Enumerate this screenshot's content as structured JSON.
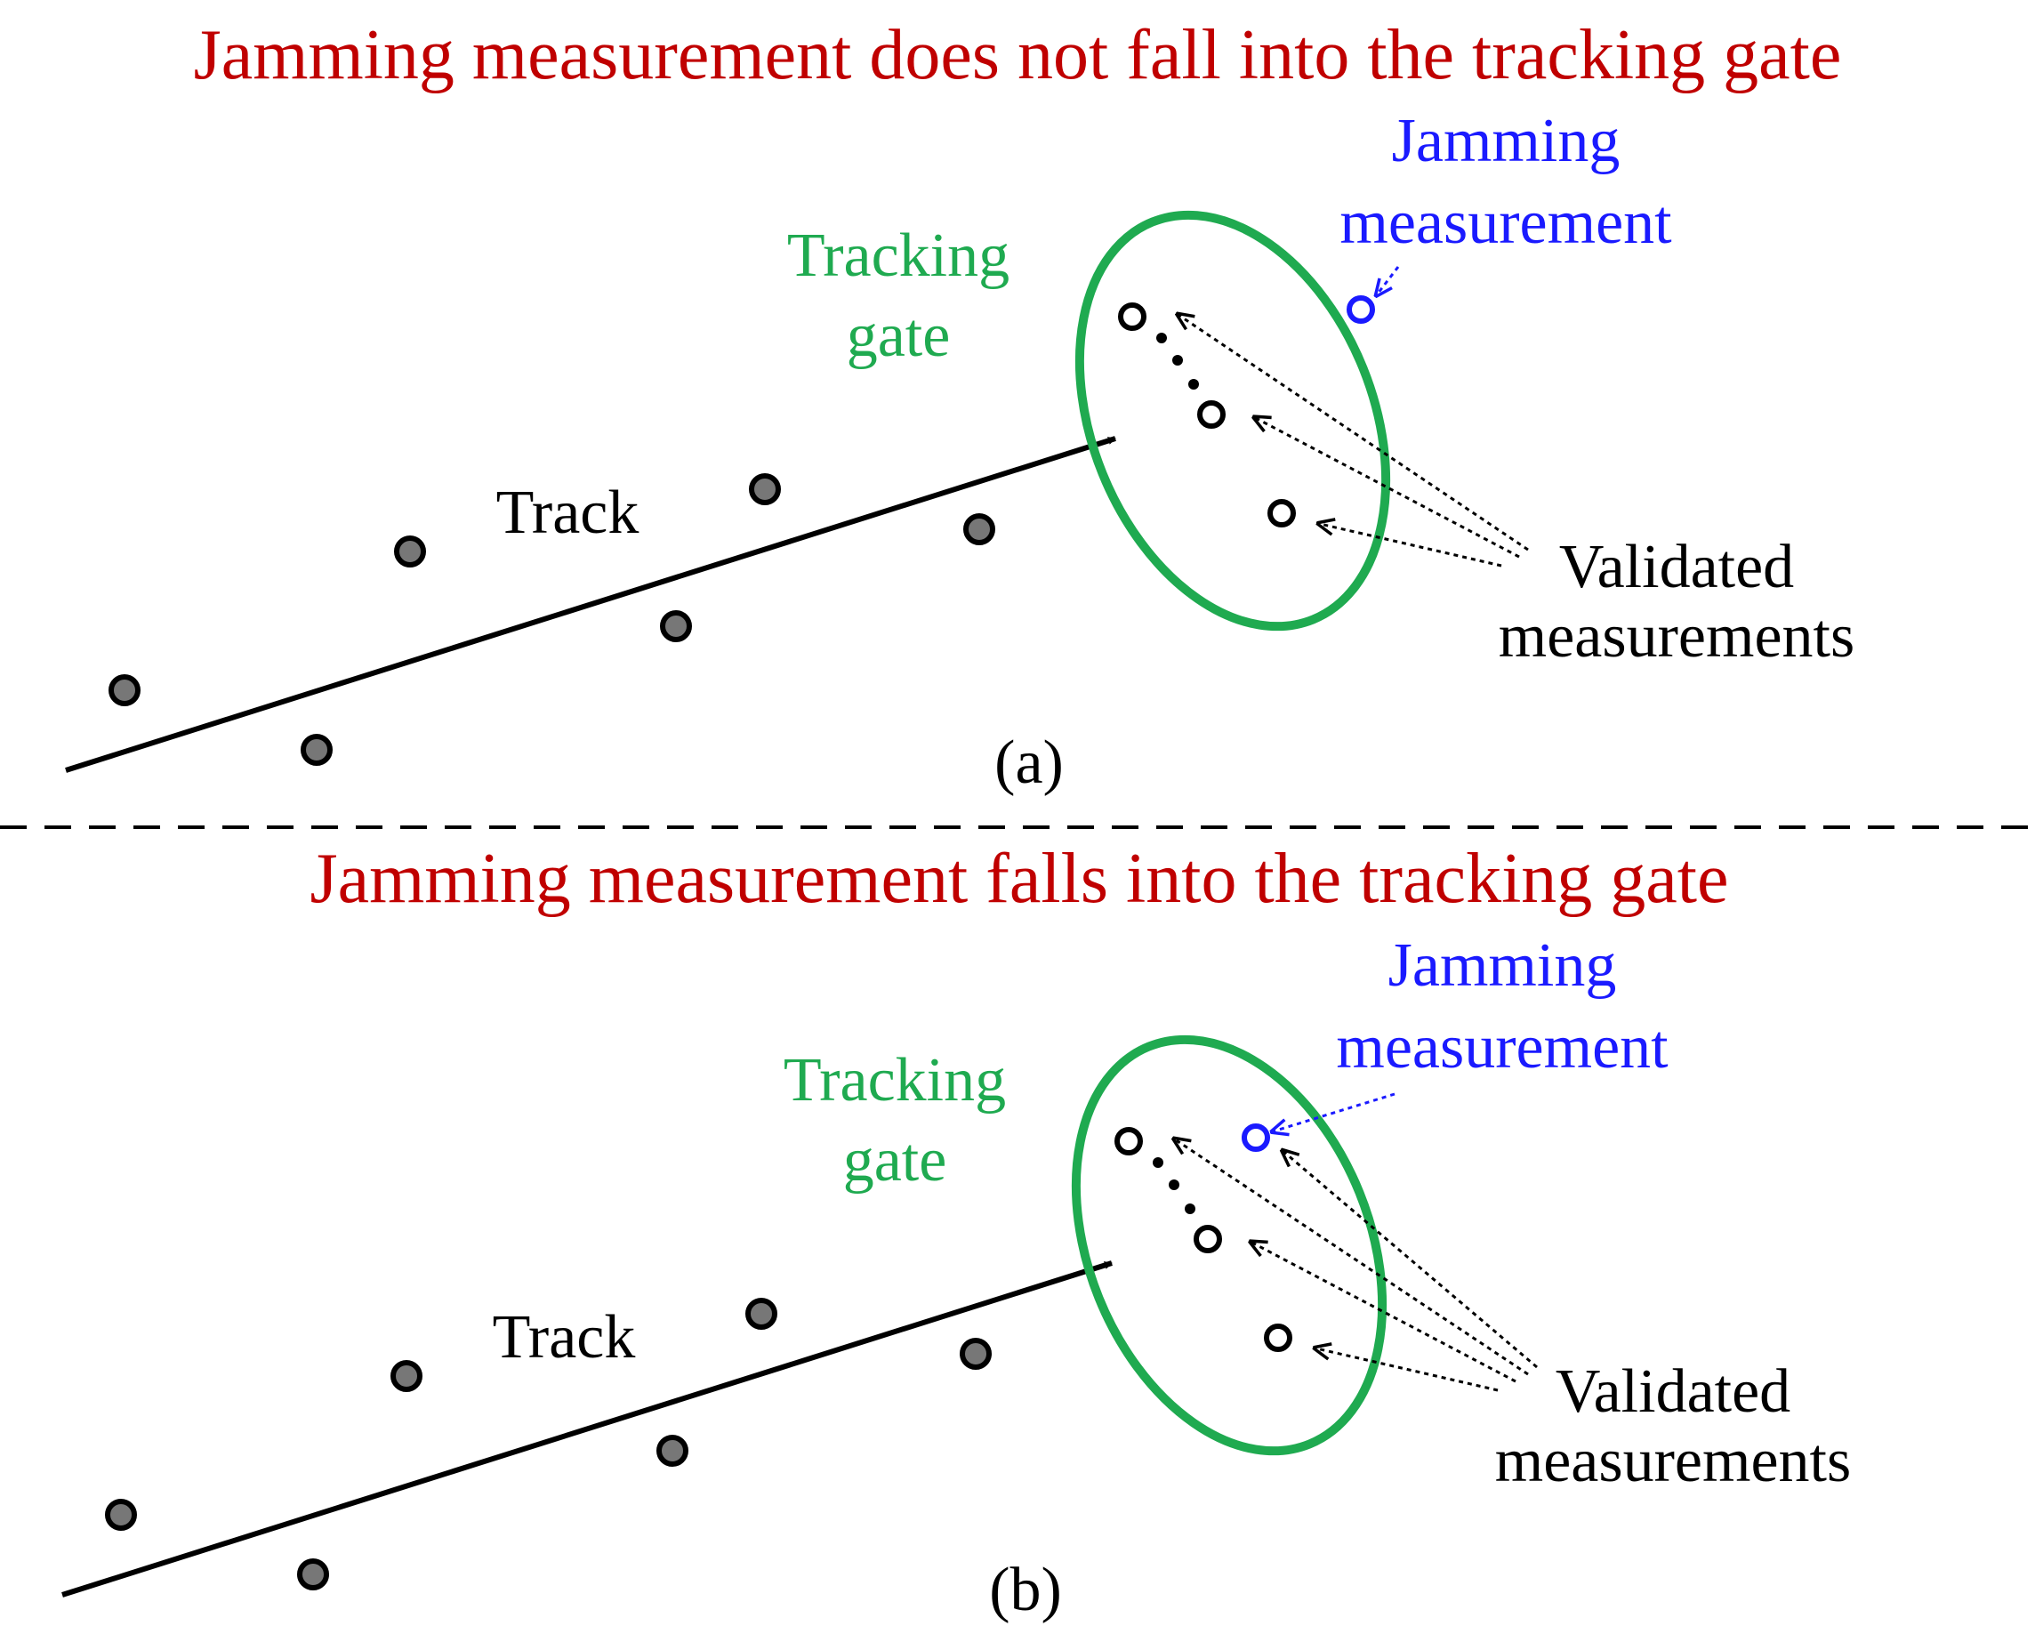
{
  "colors": {
    "title": "#c00000",
    "jamming": "#1a1aff",
    "gate": "#1faa50",
    "track": "#000000",
    "clutter_fill": "#777777"
  },
  "panel_a": {
    "title": "Jamming measurement does not fall into the tracking gate",
    "jamming_label_line1": "Jamming",
    "jamming_label_line2": "measurement",
    "gate_label_line1": "Tracking",
    "gate_label_line2": "gate",
    "track_label": "Track",
    "validated_label_line1": "Validated",
    "validated_label_line2": "measurements",
    "caption": "(a)"
  },
  "panel_b": {
    "title": "Jamming measurement falls into the tracking gate",
    "jamming_label_line1": "Jamming",
    "jamming_label_line2": "measurement",
    "gate_label_line1": "Tracking",
    "gate_label_line2": "gate",
    "track_label": "Track",
    "validated_label_line1": "Validated",
    "validated_label_line2": "measurements",
    "caption": "(b)"
  }
}
